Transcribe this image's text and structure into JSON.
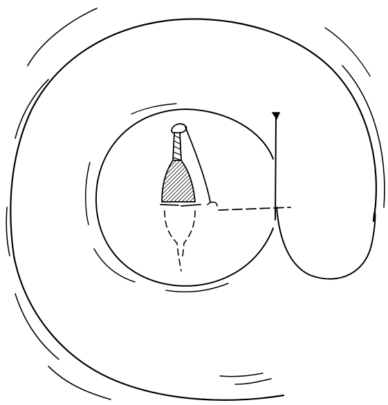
{
  "artwork": {
    "subject": "at-sign-sketch",
    "ink_color": "#000000",
    "paper_color": "#ffffff",
    "elements": [
      "outer-spiral-stroke",
      "inner-ring",
      "bottle-silhouette",
      "dashed-horizon-line",
      "vertical-stem-with-tick",
      "bowl-of-a"
    ]
  }
}
